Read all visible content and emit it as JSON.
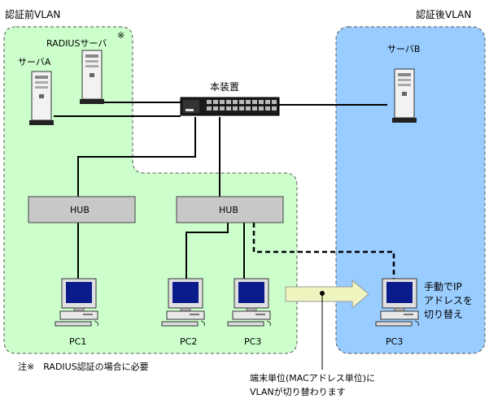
{
  "zones": {
    "before_label": "認証前VLAN",
    "after_label": "認証後VLAN",
    "before_color": "#ccffcc",
    "after_color": "#99ccff"
  },
  "devices": {
    "radius_label": "RADIUSサーバ",
    "radius_mark": "※",
    "server_a_label": "サーバA",
    "server_b_label": "サーバB",
    "switch_label": "本装置",
    "hub1_label": "HUB",
    "hub2_label": "HUB",
    "pc1_label": "PC1",
    "pc2_label": "PC2",
    "pc3_label": "PC3",
    "pc3_moved_label": "PC3"
  },
  "annotations": {
    "manual_ip": [
      "手動でIP",
      "アドレスを",
      "切り替え"
    ],
    "footnote": "注※　RADIUS認証の場合に必要",
    "switch_note": [
      "端末単位(MACアドレス単位)に",
      "VLANが切り替わります"
    ]
  },
  "icons": {
    "server": "server-tower-icon",
    "switch": "network-switch-icon",
    "pc": "desktop-pc-icon",
    "arrow": "move-arrow-icon"
  }
}
